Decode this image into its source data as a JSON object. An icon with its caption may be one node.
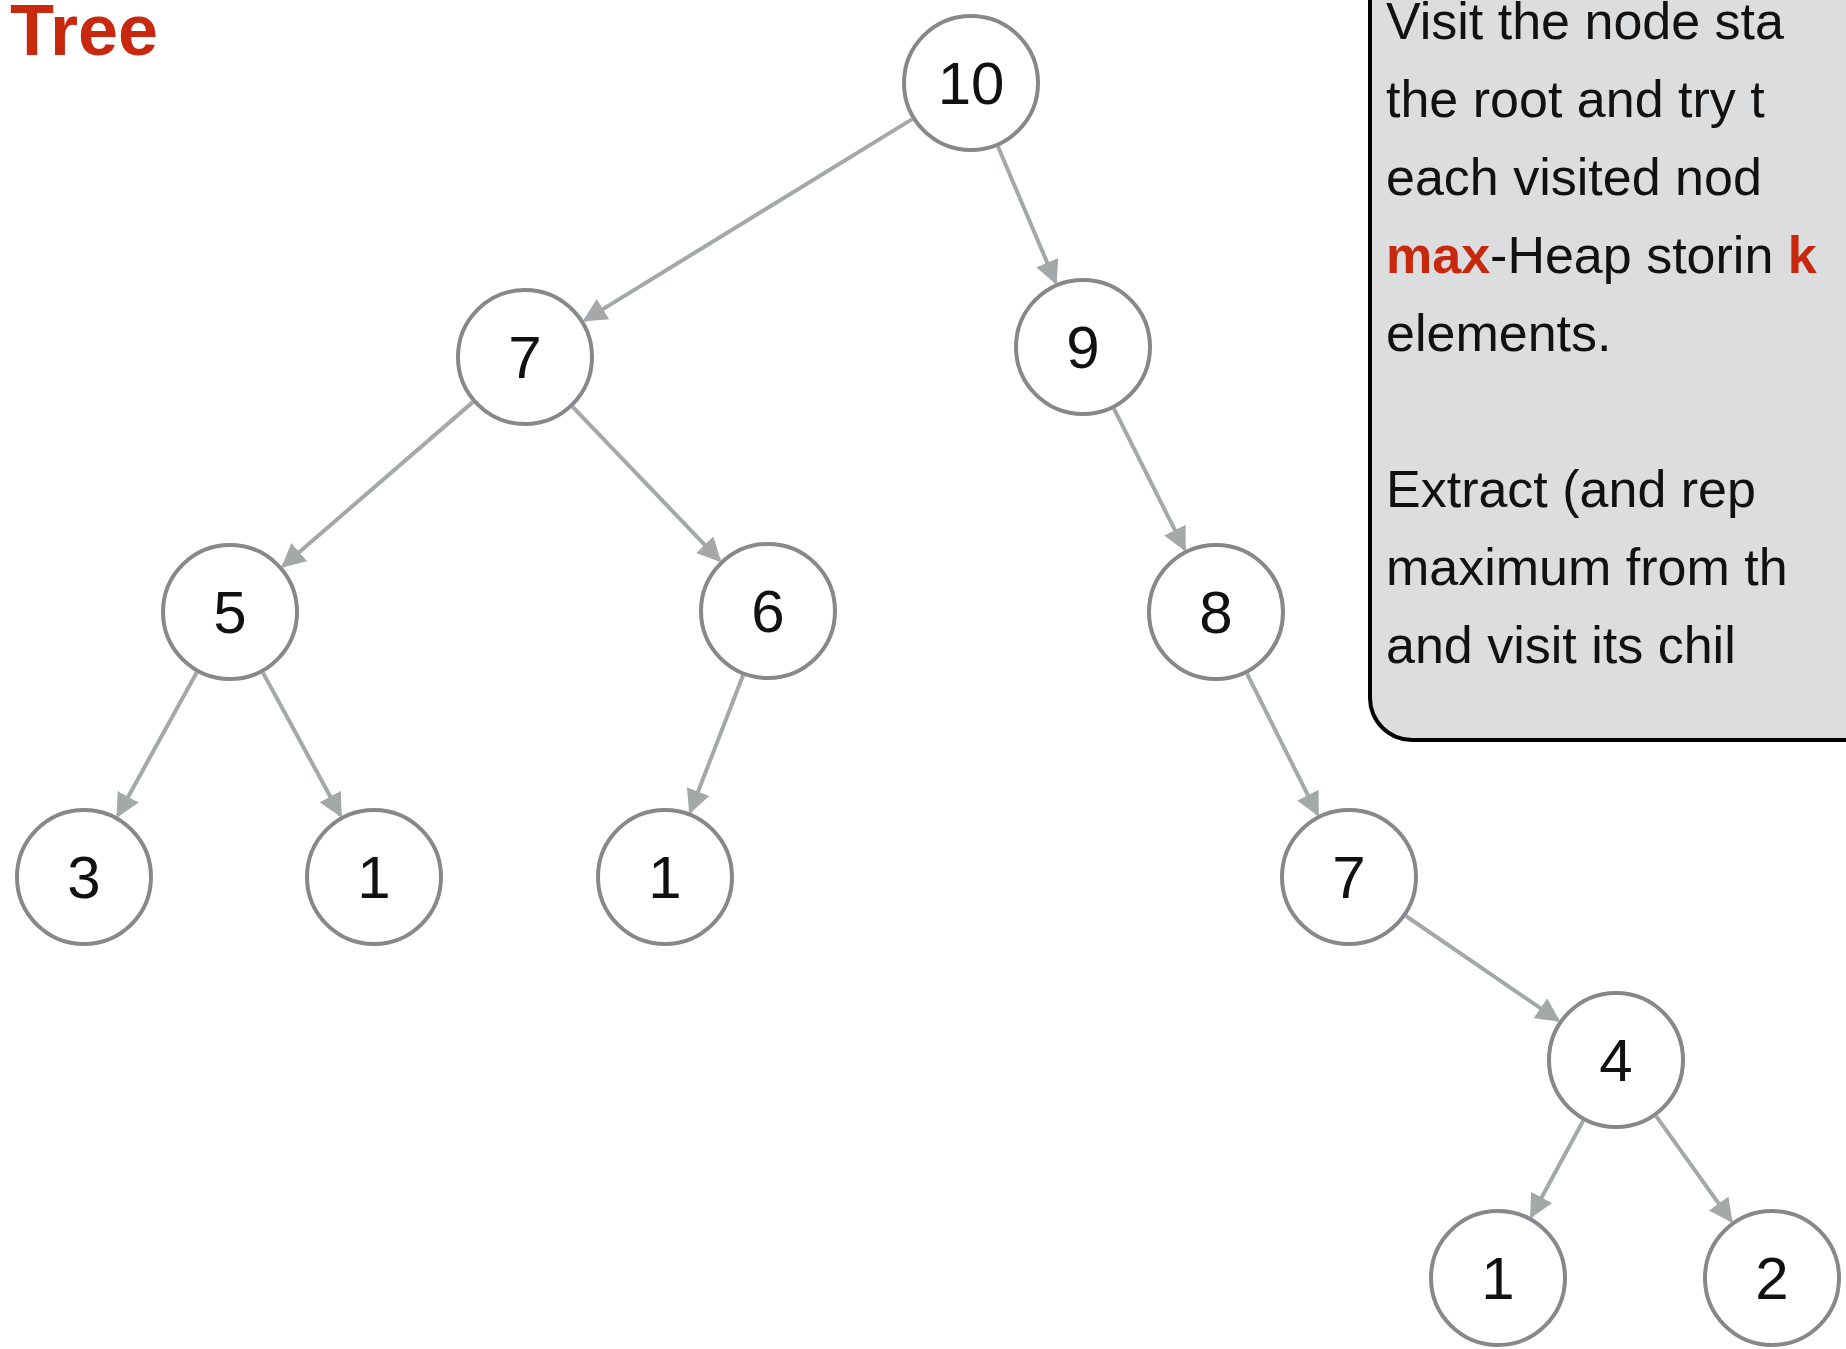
{
  "diagram": {
    "title": "Tree",
    "nodes": [
      {
        "text": [
          "10"
        ]
      },
      {
        "text": [
          "7"
        ]
      },
      {
        "text": [
          "9"
        ]
      },
      {
        "text": [
          "5"
        ]
      },
      {
        "text": [
          "6"
        ]
      },
      {
        "text": [
          "8"
        ]
      },
      {
        "text": [
          "3"
        ]
      },
      {
        "text": [
          "1"
        ]
      },
      {
        "text": [
          "1"
        ]
      },
      {
        "text": [
          "7"
        ]
      },
      {
        "text": [
          "4"
        ]
      },
      {
        "text": [
          "1"
        ]
      },
      {
        "text": [
          "2"
        ]
      },
      {
        "text": [
          "Visit the node sta the root and try t each visited nod **max**-Heap storin **k** elements.",
          "Extract (and rep maximum from th and visit its chil"
        ]
      }
    ],
    "edges": [
      {
        "from": 0,
        "to": 1,
        "arrow": "to"
      },
      {
        "from": 0,
        "to": 2,
        "arrow": "to"
      },
      {
        "from": 1,
        "to": 3,
        "arrow": "to"
      },
      {
        "from": 1,
        "to": 4,
        "arrow": "to"
      },
      {
        "from": 2,
        "to": 5,
        "arrow": "to"
      },
      {
        "from": 3,
        "to": 6,
        "arrow": "to"
      },
      {
        "from": 3,
        "to": 7,
        "arrow": "to"
      },
      {
        "from": 4,
        "to": 8,
        "arrow": "to"
      },
      {
        "from": 5,
        "to": 9,
        "arrow": "to"
      },
      {
        "from": 9,
        "to": 10,
        "arrow": "to"
      },
      {
        "from": 10,
        "to": 11,
        "arrow": "to"
      },
      {
        "from": 10,
        "to": 12,
        "arrow": "to"
      }
    ]
  }
}
